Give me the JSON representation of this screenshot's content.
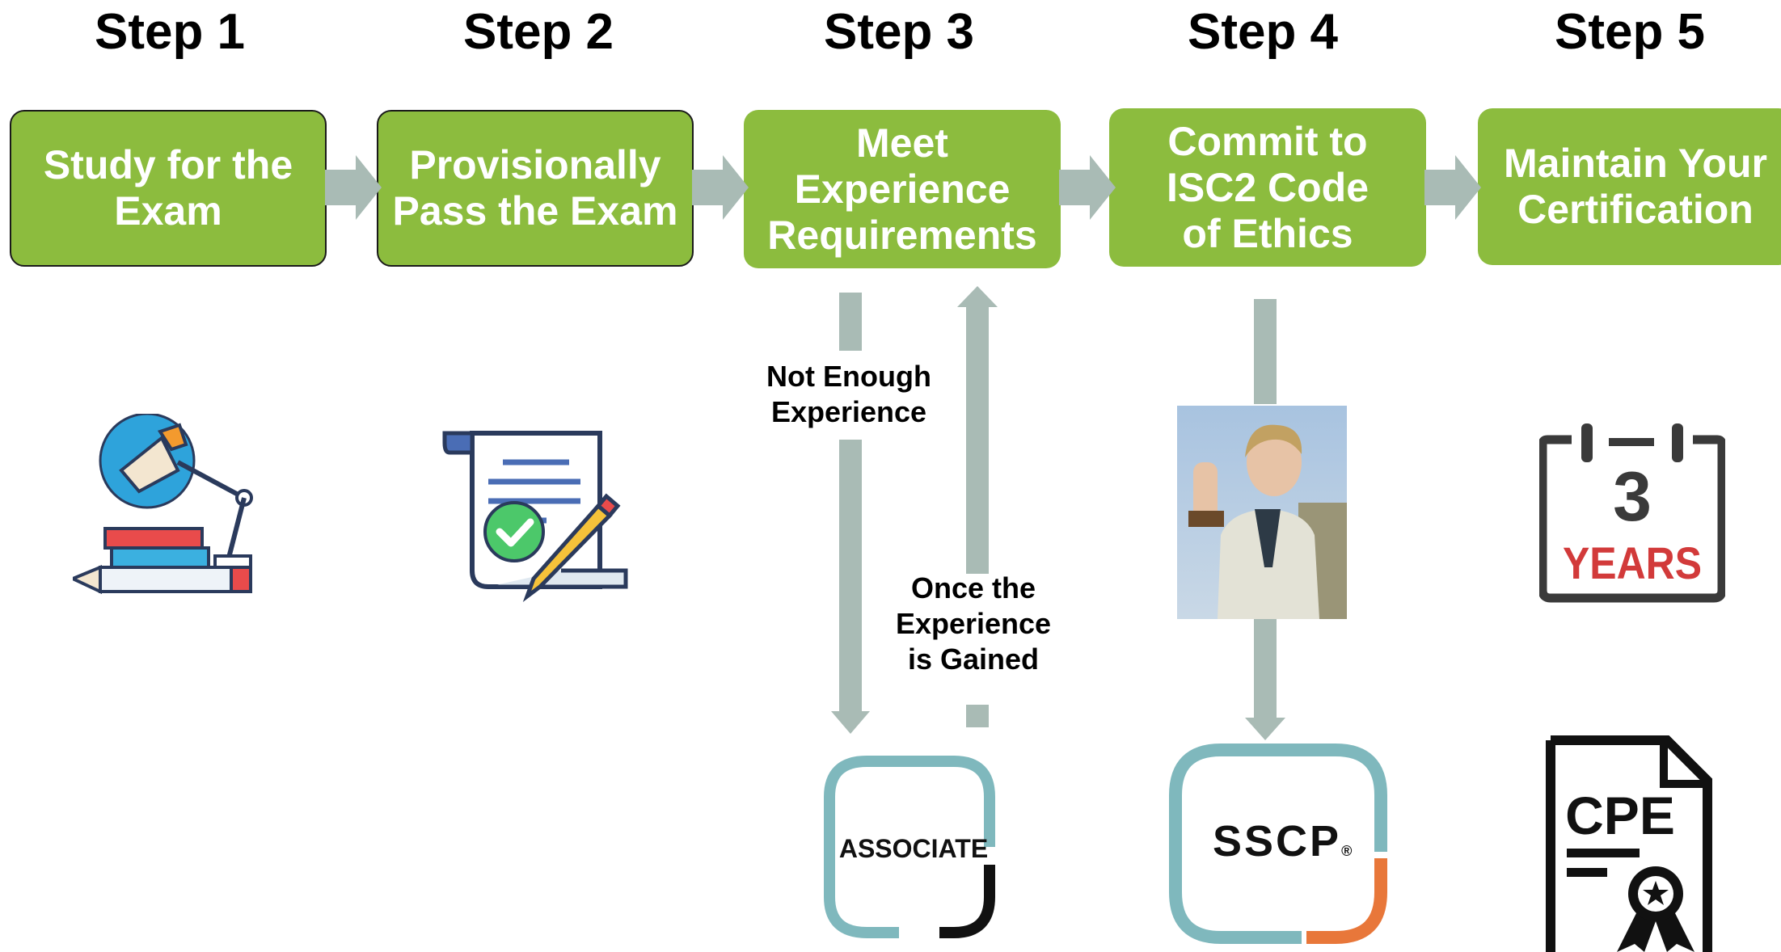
{
  "steps": [
    {
      "heading": "Step 1",
      "title": "Study for the\nExam"
    },
    {
      "heading": "Step 2",
      "title": "Provisionally\nPass the Exam"
    },
    {
      "heading": "Step 3",
      "title": "Meet\nExperience\nRequirements"
    },
    {
      "heading": "Step 4",
      "title": "Commit to\nISC2 Code\nof Ethics"
    },
    {
      "heading": "Step 5",
      "title": "Maintain Your\nCertification"
    }
  ],
  "flow_labels": {
    "not_enough": "Not Enough\nExperience",
    "once_gained": "Once the\nExperience\nis Gained"
  },
  "badges": {
    "associate": "ASSOCIATE",
    "sscp": "SSCP",
    "sscp_mark": "®"
  },
  "calendar": {
    "number": "3",
    "unit": "YEARS"
  },
  "certificate": {
    "label": "CPE"
  },
  "colors": {
    "box_green": "#8cbc3e",
    "arrow_gray": "#a9bbb5",
    "badge_teal": "#7fb8bd",
    "sscp_orange": "#e8773a",
    "years_red": "#d23a3a"
  },
  "icons": [
    "study-lamp-books-icon",
    "exam-certificate-check-icon",
    "oath-photo",
    "calendar-3-years-icon",
    "cpe-certificate-icon"
  ]
}
